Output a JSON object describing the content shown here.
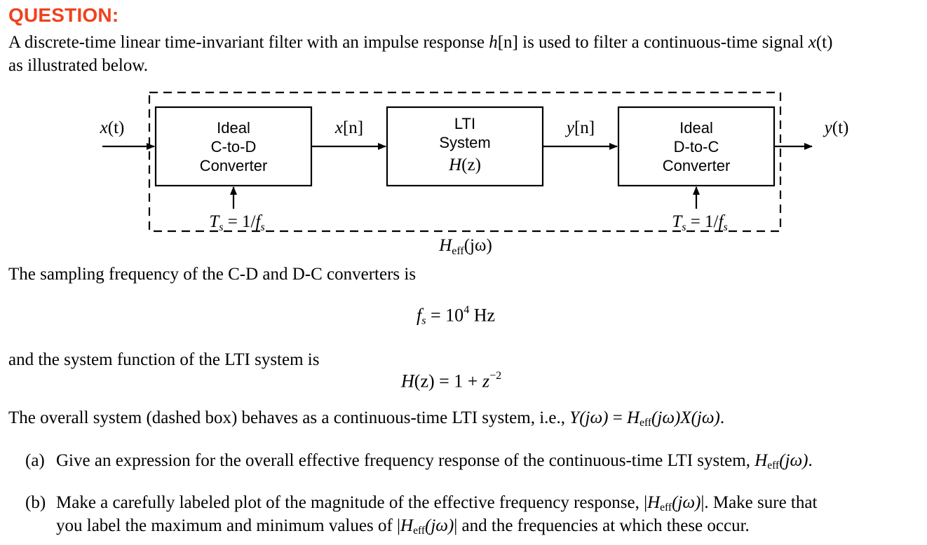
{
  "heading": "QUESTION:",
  "intro": {
    "line1_prefix": "A discrete-time linear time-invariant filter with an impulse response ",
    "line1_h": "h",
    "line1_n": "[n]",
    "line1_mid": " is used to filter a continuous-time signal ",
    "line1_x": "x",
    "line1_t": "(t)",
    "line2": "as illustrated below."
  },
  "diagram": {
    "input_label_var": "x",
    "input_label_arg": "(t)",
    "box1": {
      "line1": "Ideal",
      "line2": "C-to-D",
      "line3": "Converter"
    },
    "mid1_var": "x",
    "mid1_arg": "[n]",
    "box2": {
      "line1": "LTI",
      "line2": "System",
      "line3_var": "H",
      "line3_arg": "(z)"
    },
    "mid2_var": "y",
    "mid2_arg": "[n]",
    "box3": {
      "line1": "Ideal",
      "line2": "D-to-C",
      "line3": "Converter"
    },
    "output_label_var": "y",
    "output_label_arg": "(t)",
    "ts_left": "T",
    "ts_sub": "s",
    "ts_eq": " = 1/",
    "ts_f": "f",
    "ts_fsub": "s",
    "heff_var": "H",
    "heff_sub": "eff",
    "heff_arg": "(jω)"
  },
  "sampling": {
    "text": "The sampling frequency of the C-D and D-C converters is",
    "eq_f": "f",
    "eq_sub": "s",
    "eq_mid": " = 10",
    "eq_exp": "4",
    "eq_unit": " Hz"
  },
  "system": {
    "text": "and the system function of the LTI system is",
    "eq_H": "H",
    "eq_z": "(z)",
    "eq_mid": " = 1 + ",
    "eq_z2": "z",
    "eq_exp": "−2"
  },
  "overall": {
    "prefix": "The overall system (dashed box) behaves as a continuous-time LTI system, i.e., ",
    "Y": "Y",
    "jw1": "(jω)",
    "eq": " = ",
    "H": "H",
    "sub": "eff",
    "jw2": "(jω)",
    "X": "X",
    "jw3": "(jω)",
    "end": "."
  },
  "part_a": {
    "label": "(a)",
    "text": "Give an expression for the overall effective frequency response of the continuous-time LTI system, ",
    "H": "H",
    "sub": "eff",
    "jw": "(jω)",
    "end": "."
  },
  "part_b": {
    "label": "(b)",
    "line1": "Make a carefully labeled plot of the magnitude of the effective frequency response, |",
    "H": "H",
    "sub": "eff",
    "jw": "(jω)",
    "line1_end": "|. Make sure that",
    "line2_prefix": "you label the maximum and minimum values of |",
    "H2": "H",
    "sub2": "eff",
    "jw2": "(jω)",
    "line2_end": "| and the frequencies at which these occur."
  }
}
